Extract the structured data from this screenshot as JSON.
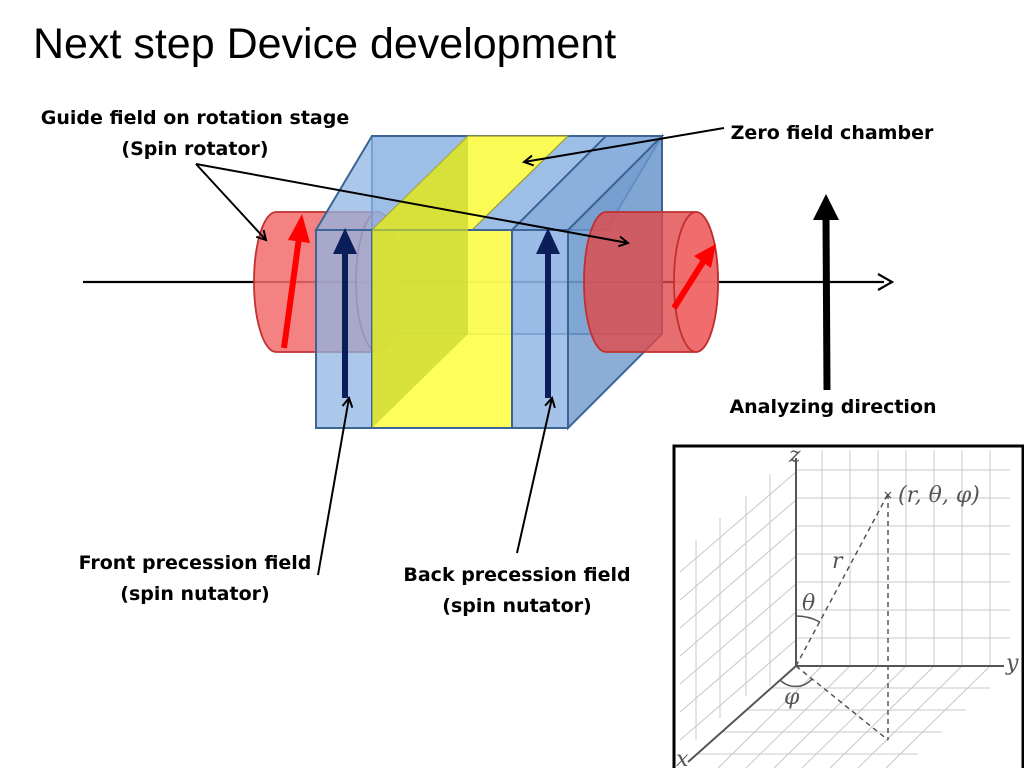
{
  "title": "Next step Device development",
  "labels": {
    "guide_field": {
      "line1": "Guide field on rotation stage",
      "line2": "(Spin rotator)"
    },
    "zero_field": "Zero field chamber",
    "analyzing": "Analyzing direction",
    "front_precession": {
      "line1": "Front precession field",
      "line2": "(spin nutator)"
    },
    "back_precession": {
      "line1": "Back precession field",
      "line2": "(spin nutator)"
    }
  },
  "coordinate_inset": {
    "axis_z": "z",
    "axis_y": "y",
    "axis_x": "x",
    "point": "(r, θ, φ)",
    "radius": "r",
    "polar_angle": "θ",
    "azimuth": "φ"
  },
  "colors": {
    "cylinder_fill": "#f26c6c",
    "cylinder_stroke": "#c03030",
    "blue_box": "#8fb4e3",
    "blue_stroke": "#3c6494",
    "yellow_box": "#ffff4d",
    "spin_arrow_red": "#ff0000",
    "precession_arrow": "#0b1e5a"
  }
}
